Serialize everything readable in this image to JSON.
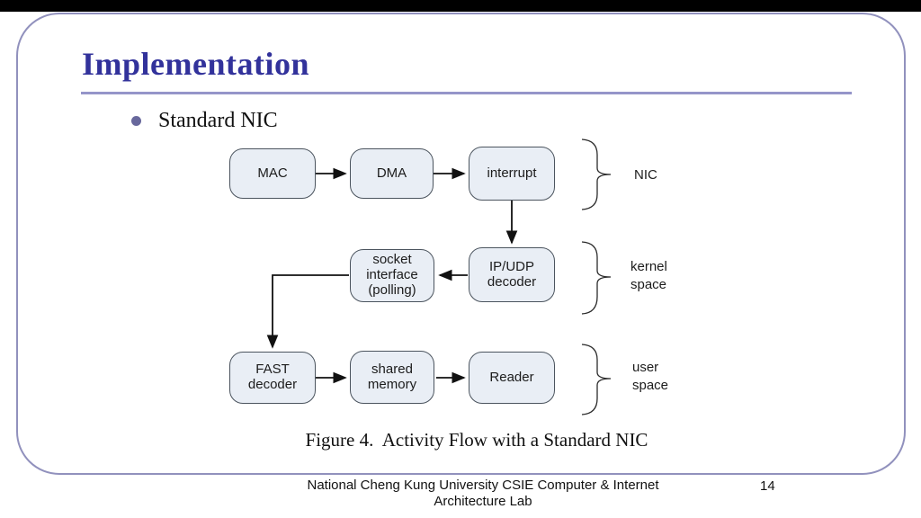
{
  "slide": {
    "title": "Implementation",
    "bullet": "Standard NIC"
  },
  "diagram": {
    "nodes": [
      {
        "id": "mac",
        "label": "MAC"
      },
      {
        "id": "dma",
        "label": "DMA"
      },
      {
        "id": "interrupt",
        "label": "interrupt"
      },
      {
        "id": "socket-interface",
        "label": "socket\ninterface\n(polling)"
      },
      {
        "id": "ip-udp-decoder",
        "label": "IP/UDP\ndecoder"
      },
      {
        "id": "fast-decoder",
        "label": "FAST\ndecoder"
      },
      {
        "id": "shared-memory",
        "label": "shared\nmemory"
      },
      {
        "id": "reader",
        "label": "Reader"
      }
    ],
    "groups": [
      {
        "id": "nic",
        "label": "NIC"
      },
      {
        "id": "kernel-space",
        "label": "kernel\nspace"
      },
      {
        "id": "user-space",
        "label": "user\nspace"
      }
    ]
  },
  "figure": {
    "caption": "Figure 4.  Activity Flow with a Standard NIC"
  },
  "footer": {
    "line1": "National Cheng Kung University CSIE Computer & Internet",
    "line2": "Architecture Lab",
    "page_number": "14"
  },
  "colors": {
    "title_text": "#32329b",
    "accent_rule": "#9595c9",
    "slide_border": "#9191bd",
    "node_fill": "#e9eef5",
    "node_border": "#4b545e",
    "bullet_dot": "#68689c",
    "top_bar": "#000000"
  }
}
